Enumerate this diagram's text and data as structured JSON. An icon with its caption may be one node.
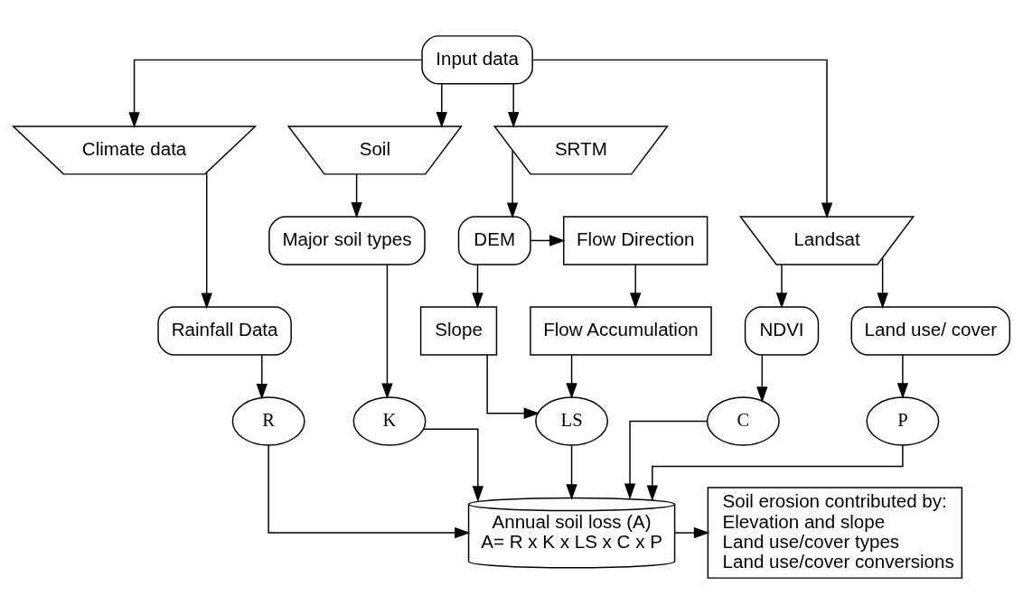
{
  "diagram": {
    "nodes": [
      {
        "text": [
          "Input data"
        ]
      },
      {
        "text": [
          "Climate data"
        ]
      },
      {
        "text": [
          "Soil"
        ]
      },
      {
        "text": [
          "SRTM"
        ]
      },
      {
        "text": [
          "Landsat"
        ]
      },
      {
        "text": [
          "Rainfall Data"
        ]
      },
      {
        "text": [
          "Major soil types"
        ]
      },
      {
        "text": [
          "DEM"
        ]
      },
      {
        "text": [
          "Flow Direction"
        ]
      },
      {
        "text": [
          "Slope"
        ]
      },
      {
        "text": [
          "Flow Accumulation"
        ]
      },
      {
        "text": [
          "NDVI"
        ]
      },
      {
        "text": [
          "Land use/ cover"
        ]
      },
      {
        "text": [
          "R"
        ]
      },
      {
        "text": [
          "K"
        ]
      },
      {
        "text": [
          "LS"
        ]
      },
      {
        "text": [
          "C"
        ]
      },
      {
        "text": [
          "P"
        ]
      },
      {
        "text": [
          "Annual soil loss (A)",
          "A= R x K x LS x C x P"
        ]
      },
      {
        "text": [
          "Soil erosion contributed by:",
          "Elevation and slope",
          "Land use/cover types",
          "Land use/cover conversions"
        ]
      }
    ],
    "edges": [
      {
        "from": 0,
        "to": 1,
        "arrow": "to"
      },
      {
        "from": 0,
        "to": 2,
        "arrow": "to"
      },
      {
        "from": 0,
        "to": 3,
        "arrow": "to"
      },
      {
        "from": 0,
        "to": 4,
        "arrow": "to"
      },
      {
        "from": 1,
        "to": 5,
        "arrow": "to"
      },
      {
        "from": 2,
        "to": 6,
        "arrow": "to"
      },
      {
        "from": 3,
        "to": 7,
        "arrow": "to"
      },
      {
        "from": 4,
        "to": 11,
        "arrow": "to"
      },
      {
        "from": 4,
        "to": 12,
        "arrow": "to"
      },
      {
        "from": 7,
        "to": 8,
        "arrow": "to"
      },
      {
        "from": 7,
        "to": 9,
        "arrow": "to"
      },
      {
        "from": 8,
        "to": 10,
        "arrow": "to"
      },
      {
        "from": 5,
        "to": 13,
        "arrow": "to"
      },
      {
        "from": 6,
        "to": 14,
        "arrow": "to"
      },
      {
        "from": 9,
        "to": 15,
        "arrow": "to"
      },
      {
        "from": 10,
        "to": 15,
        "arrow": "to"
      },
      {
        "from": 11,
        "to": 16,
        "arrow": "to"
      },
      {
        "from": 12,
        "to": 17,
        "arrow": "to"
      },
      {
        "from": 13,
        "to": 18,
        "arrow": "to"
      },
      {
        "from": 14,
        "to": 18,
        "arrow": "to"
      },
      {
        "from": 15,
        "to": 18,
        "arrow": "to"
      },
      {
        "from": 16,
        "to": 18,
        "arrow": "to"
      },
      {
        "from": 17,
        "to": 18,
        "arrow": "to"
      },
      {
        "from": 18,
        "to": 19,
        "arrow": "to"
      }
    ]
  }
}
